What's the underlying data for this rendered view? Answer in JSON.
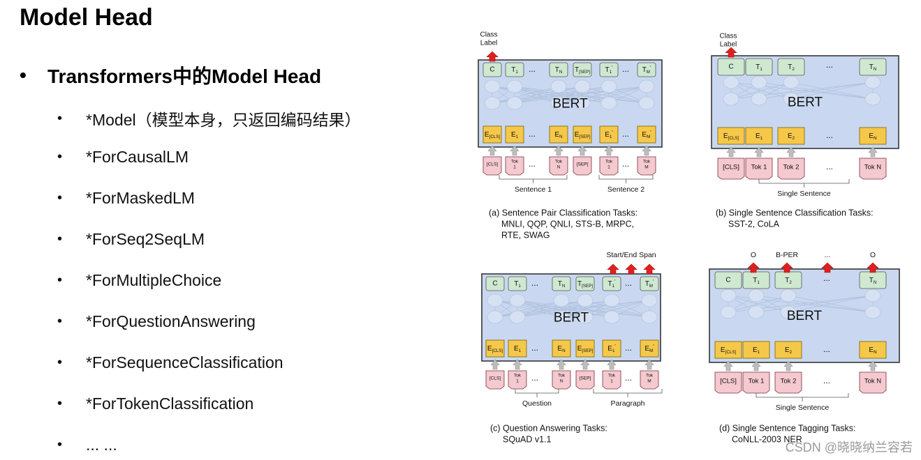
{
  "slide": {
    "title": "Model Head",
    "main_bullet": "Transformers中的Model Head",
    "items": [
      "*Model（模型本身，只返回编码结果）",
      "*ForCausalLM",
      "*ForMaskedLM",
      "*ForSeq2SeqLM",
      "*ForMultipleChoice",
      "*ForQuestionAnswering",
      "*ForSequenceClassification",
      "*ForTokenClassification",
      "... ..."
    ],
    "bullet_char": "•"
  },
  "figure": {
    "bert": "BERT",
    "dots": "...",
    "panel_a": {
      "output_label": [
        "Class",
        "Label"
      ],
      "outputs": [
        "C",
        "T1",
        "...",
        "TN",
        "T[SEP]",
        "T1'",
        "...",
        "TM'"
      ],
      "embeddings": [
        "E[CLS]",
        "E1",
        "...",
        "EN",
        "E[SEP]",
        "E1'",
        "...",
        "EM'"
      ],
      "tokens": [
        "[CLS]",
        "Tok 1",
        "...",
        "Tok N",
        "[SEP]",
        "Tok 1",
        "...",
        "Tok M"
      ],
      "segments": [
        "Sentence 1",
        "Sentence 2"
      ],
      "caption": [
        "(a) Sentence Pair Classification Tasks:",
        "MNLI, QQP, QNLI, STS-B, MRPC,",
        "RTE, SWAG"
      ]
    },
    "panel_b": {
      "output_label": [
        "Class",
        "Label"
      ],
      "outputs": [
        "C",
        "T1",
        "T2",
        "...",
        "TN"
      ],
      "embeddings": [
        "E[CLS]",
        "E1",
        "E2",
        "...",
        "EN"
      ],
      "tokens": [
        "[CLS]",
        "Tok 1",
        "Tok 2",
        "...",
        "Tok N"
      ],
      "segments": [
        "Single Sentence"
      ],
      "caption": [
        "(b) Single Sentence Classification Tasks:",
        "SST-2, CoLA"
      ]
    },
    "panel_c": {
      "output_label": "Start/End Span",
      "outputs": [
        "C",
        "T1",
        "...",
        "TN",
        "T[SEP]",
        "T1'",
        "...",
        "TM'"
      ],
      "embeddings": [
        "E[CLS]",
        "E1",
        "...",
        "EN",
        "E[SEP]",
        "E1'",
        "...",
        "EM'"
      ],
      "tokens": [
        "[CLS]",
        "Tok 1",
        "...",
        "Tok N",
        "[SEP]",
        "Tok 1",
        "...",
        "Tok M"
      ],
      "segments": [
        "Question",
        "Paragraph"
      ],
      "caption": [
        "(c) Question Answering Tasks:",
        "SQuAD v1.1"
      ]
    },
    "panel_d": {
      "tags": [
        "O",
        "B-PER",
        "...",
        "O"
      ],
      "outputs": [
        "C",
        "T1",
        "T2",
        "...",
        "TN"
      ],
      "embeddings": [
        "E[CLS]",
        "E1",
        "E2",
        "...",
        "EN"
      ],
      "tokens": [
        "[CLS]",
        "Tok 1",
        "Tok 2",
        "...",
        "Tok N"
      ],
      "segments": [
        "Single Sentence"
      ],
      "caption": [
        "(d) Single Sentence Tagging Tasks:",
        "CoNLL-2003 NER"
      ]
    }
  },
  "watermark": "CSDN @晓晓纳兰容若",
  "colors": {
    "bert_fill": "#c9d8f0",
    "bert_stroke": "#2a2a2a",
    "output_fill": "#cfe8d0",
    "embed_fill": "#f5c84a",
    "token_fill": "#f4c9cf",
    "red_arrow": "#e02020",
    "gray_arrow": "#bdbdbd"
  }
}
